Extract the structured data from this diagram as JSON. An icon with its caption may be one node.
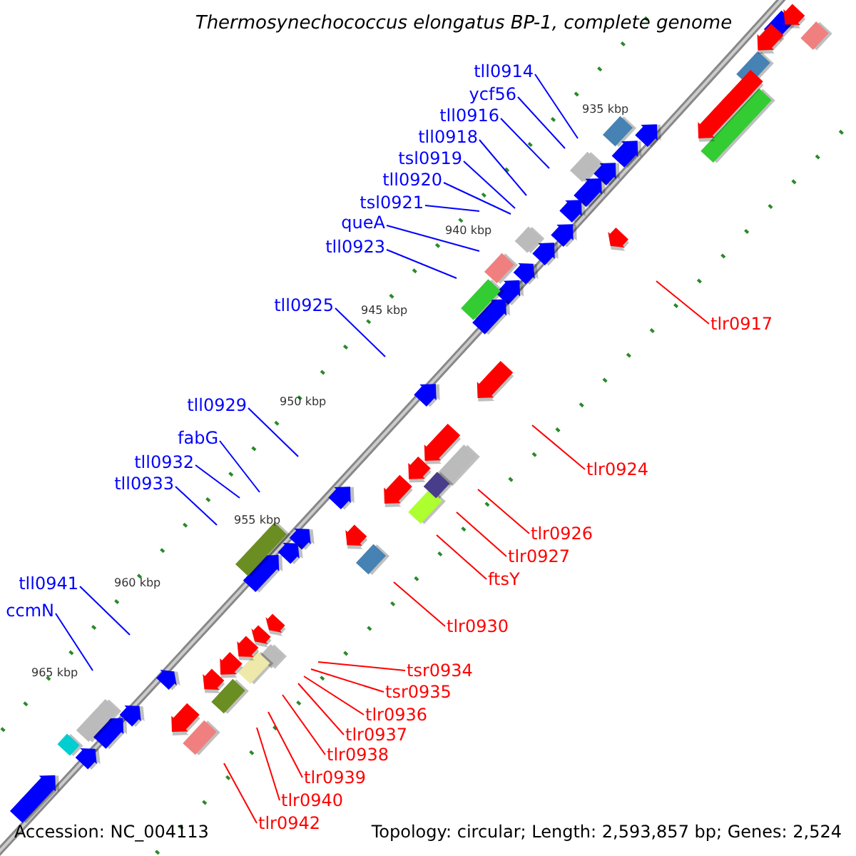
{
  "diagram": {
    "title": "Thermosynechococcus elongatus BP-1, complete genome",
    "nodes": [
      {
        "text": [
          "tll0914"
        ]
      },
      {
        "text": [
          "ycf56"
        ]
      },
      {
        "text": [
          "tll0916"
        ]
      },
      {
        "text": [
          "tll0918"
        ]
      },
      {
        "text": [
          "tsl0919"
        ]
      },
      {
        "text": [
          "tll0920"
        ]
      },
      {
        "text": [
          "tsl0921"
        ]
      },
      {
        "text": [
          "queA"
        ]
      },
      {
        "text": [
          "tll0923"
        ]
      },
      {
        "text": [
          "tll0925"
        ]
      },
      {
        "text": [
          "tll0929"
        ]
      },
      {
        "text": [
          "fabG"
        ]
      },
      {
        "text": [
          "tll0932"
        ]
      },
      {
        "text": [
          "tll0933"
        ]
      },
      {
        "text": [
          "tll0941"
        ]
      },
      {
        "text": [
          "ccmN"
        ]
      },
      {
        "text": [
          "tlr0917"
        ]
      },
      {
        "text": [
          "tlr0924"
        ]
      },
      {
        "text": [
          "tlr0926"
        ]
      },
      {
        "text": [
          "tlr0927"
        ]
      },
      {
        "text": [
          "ftsY"
        ]
      },
      {
        "text": [
          "tlr0930"
        ]
      },
      {
        "text": [
          "tsr0934"
        ]
      },
      {
        "text": [
          "tsr0935"
        ]
      },
      {
        "text": [
          "tlr0936"
        ]
      },
      {
        "text": [
          "tlr0937"
        ]
      },
      {
        "text": [
          "tlr0938"
        ]
      },
      {
        "text": [
          "tlr0939"
        ]
      },
      {
        "text": [
          "tlr0940"
        ]
      },
      {
        "text": [
          "tlr0942"
        ]
      }
    ],
    "edges": [
      {
        "from": 0,
        "to": null,
        "arrow": "none"
      },
      {
        "from": 1,
        "to": null,
        "arrow": "none"
      },
      {
        "from": 2,
        "to": null,
        "arrow": "none"
      },
      {
        "from": 3,
        "to": null,
        "arrow": "none"
      },
      {
        "from": 4,
        "to": null,
        "arrow": "none"
      },
      {
        "from": 5,
        "to": null,
        "arrow": "none"
      },
      {
        "from": 6,
        "to": null,
        "arrow": "none"
      },
      {
        "from": 7,
        "to": null,
        "arrow": "none"
      },
      {
        "from": 8,
        "to": null,
        "arrow": "none"
      },
      {
        "from": 9,
        "to": null,
        "arrow": "none"
      },
      {
        "from": 10,
        "to": null,
        "arrow": "none"
      },
      {
        "from": 11,
        "to": null,
        "arrow": "none"
      },
      {
        "from": 12,
        "to": null,
        "arrow": "none"
      },
      {
        "from": 13,
        "to": null,
        "arrow": "none"
      },
      {
        "from": 14,
        "to": null,
        "arrow": "none"
      },
      {
        "from": 15,
        "to": null,
        "arrow": "none"
      },
      {
        "from": 16,
        "to": null,
        "arrow": "none",
        "color": "#ff0000"
      },
      {
        "from": 17,
        "to": null,
        "arrow": "none",
        "color": "#ff0000"
      },
      {
        "from": 18,
        "to": null,
        "arrow": "none",
        "color": "#ff0000"
      },
      {
        "from": 19,
        "to": null,
        "arrow": "none",
        "color": "#ff0000"
      },
      {
        "from": 20,
        "to": null,
        "arrow": "none",
        "color": "#ff0000"
      },
      {
        "from": 21,
        "to": null,
        "arrow": "none",
        "color": "#ff0000"
      },
      {
        "from": 22,
        "to": null,
        "arrow": "none",
        "color": "#ff0000"
      },
      {
        "from": 23,
        "to": null,
        "arrow": "none",
        "color": "#ff0000"
      },
      {
        "from": 24,
        "to": null,
        "arrow": "none",
        "color": "#ff0000"
      },
      {
        "from": 25,
        "to": null,
        "arrow": "none",
        "color": "#ff0000"
      },
      {
        "from": 26,
        "to": null,
        "arrow": "none",
        "color": "#ff0000"
      },
      {
        "from": 27,
        "to": null,
        "arrow": "none",
        "color": "#ff0000"
      },
      {
        "from": 28,
        "to": null,
        "arrow": "none",
        "color": "#ff0000"
      },
      {
        "from": 29,
        "to": null,
        "arrow": "none",
        "color": "#ff0000"
      }
    ],
    "labels": [
      "935 kbp",
      "940 kbp",
      "945 kbp",
      "950 kbp",
      "955 kbp",
      "960 kbp",
      "965 kbp",
      "Accession: NC_004113",
      "Topology: circular; Length: 2,593,857 bp; Genes: 2,524"
    ]
  }
}
